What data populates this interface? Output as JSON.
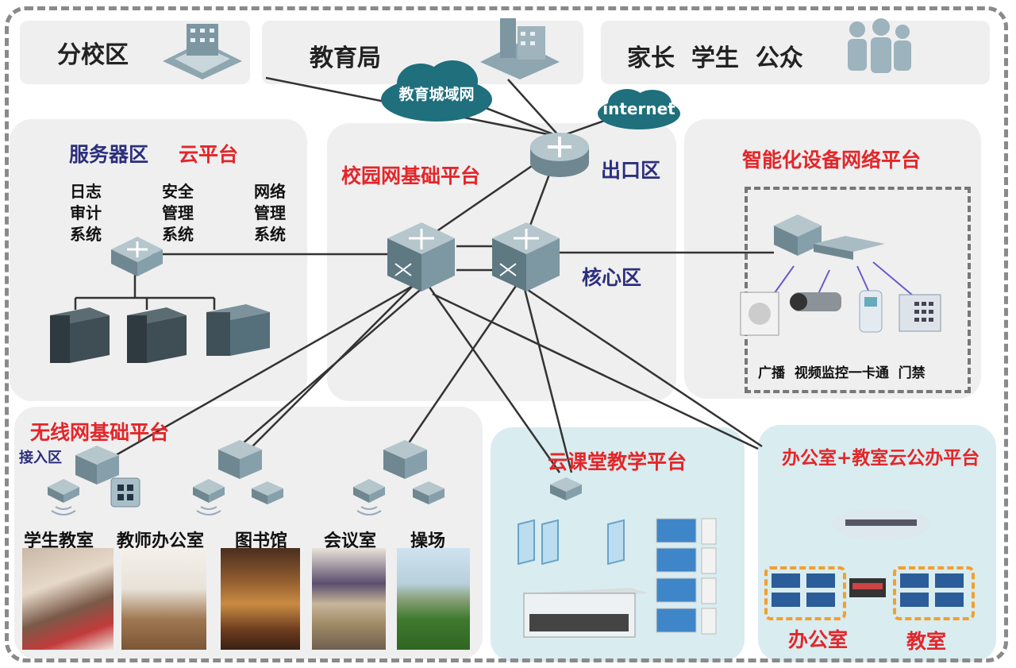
{
  "top": {
    "branch": "分校区",
    "bureau": "教育局",
    "public": "家长  学生  公众"
  },
  "clouds": {
    "metro": "教育城域网",
    "internet": "internet"
  },
  "server": {
    "title": "服务器区",
    "cloud": "云平台",
    "sys": [
      [
        "日志",
        "审计",
        "系统"
      ],
      [
        "安全",
        "管理",
        "系统"
      ],
      [
        "网络",
        "管理",
        "系统"
      ]
    ]
  },
  "campus": {
    "title": "校园网基础平台",
    "exit": "出口区",
    "core": "核心区"
  },
  "smart": {
    "title": "智能化设备网络平台",
    "devices": "广播  视频监控一卡通  门禁"
  },
  "wireless": {
    "title": "无线网基础平台",
    "access": "接入区",
    "places": [
      "学生教室",
      "教师办公室",
      "图书馆",
      "会议室",
      "操场"
    ]
  },
  "cloudclass": {
    "title": "云课堂教学平台"
  },
  "office": {
    "title": "办公室+教室云公办平台",
    "left": "办公室",
    "right": "教室"
  },
  "colors": {
    "red": "#e3262a",
    "navy": "#2b2f7d",
    "zone": "#efefef",
    "blue_zone": "#d9ecef",
    "cloud": "#1f6f7d"
  }
}
